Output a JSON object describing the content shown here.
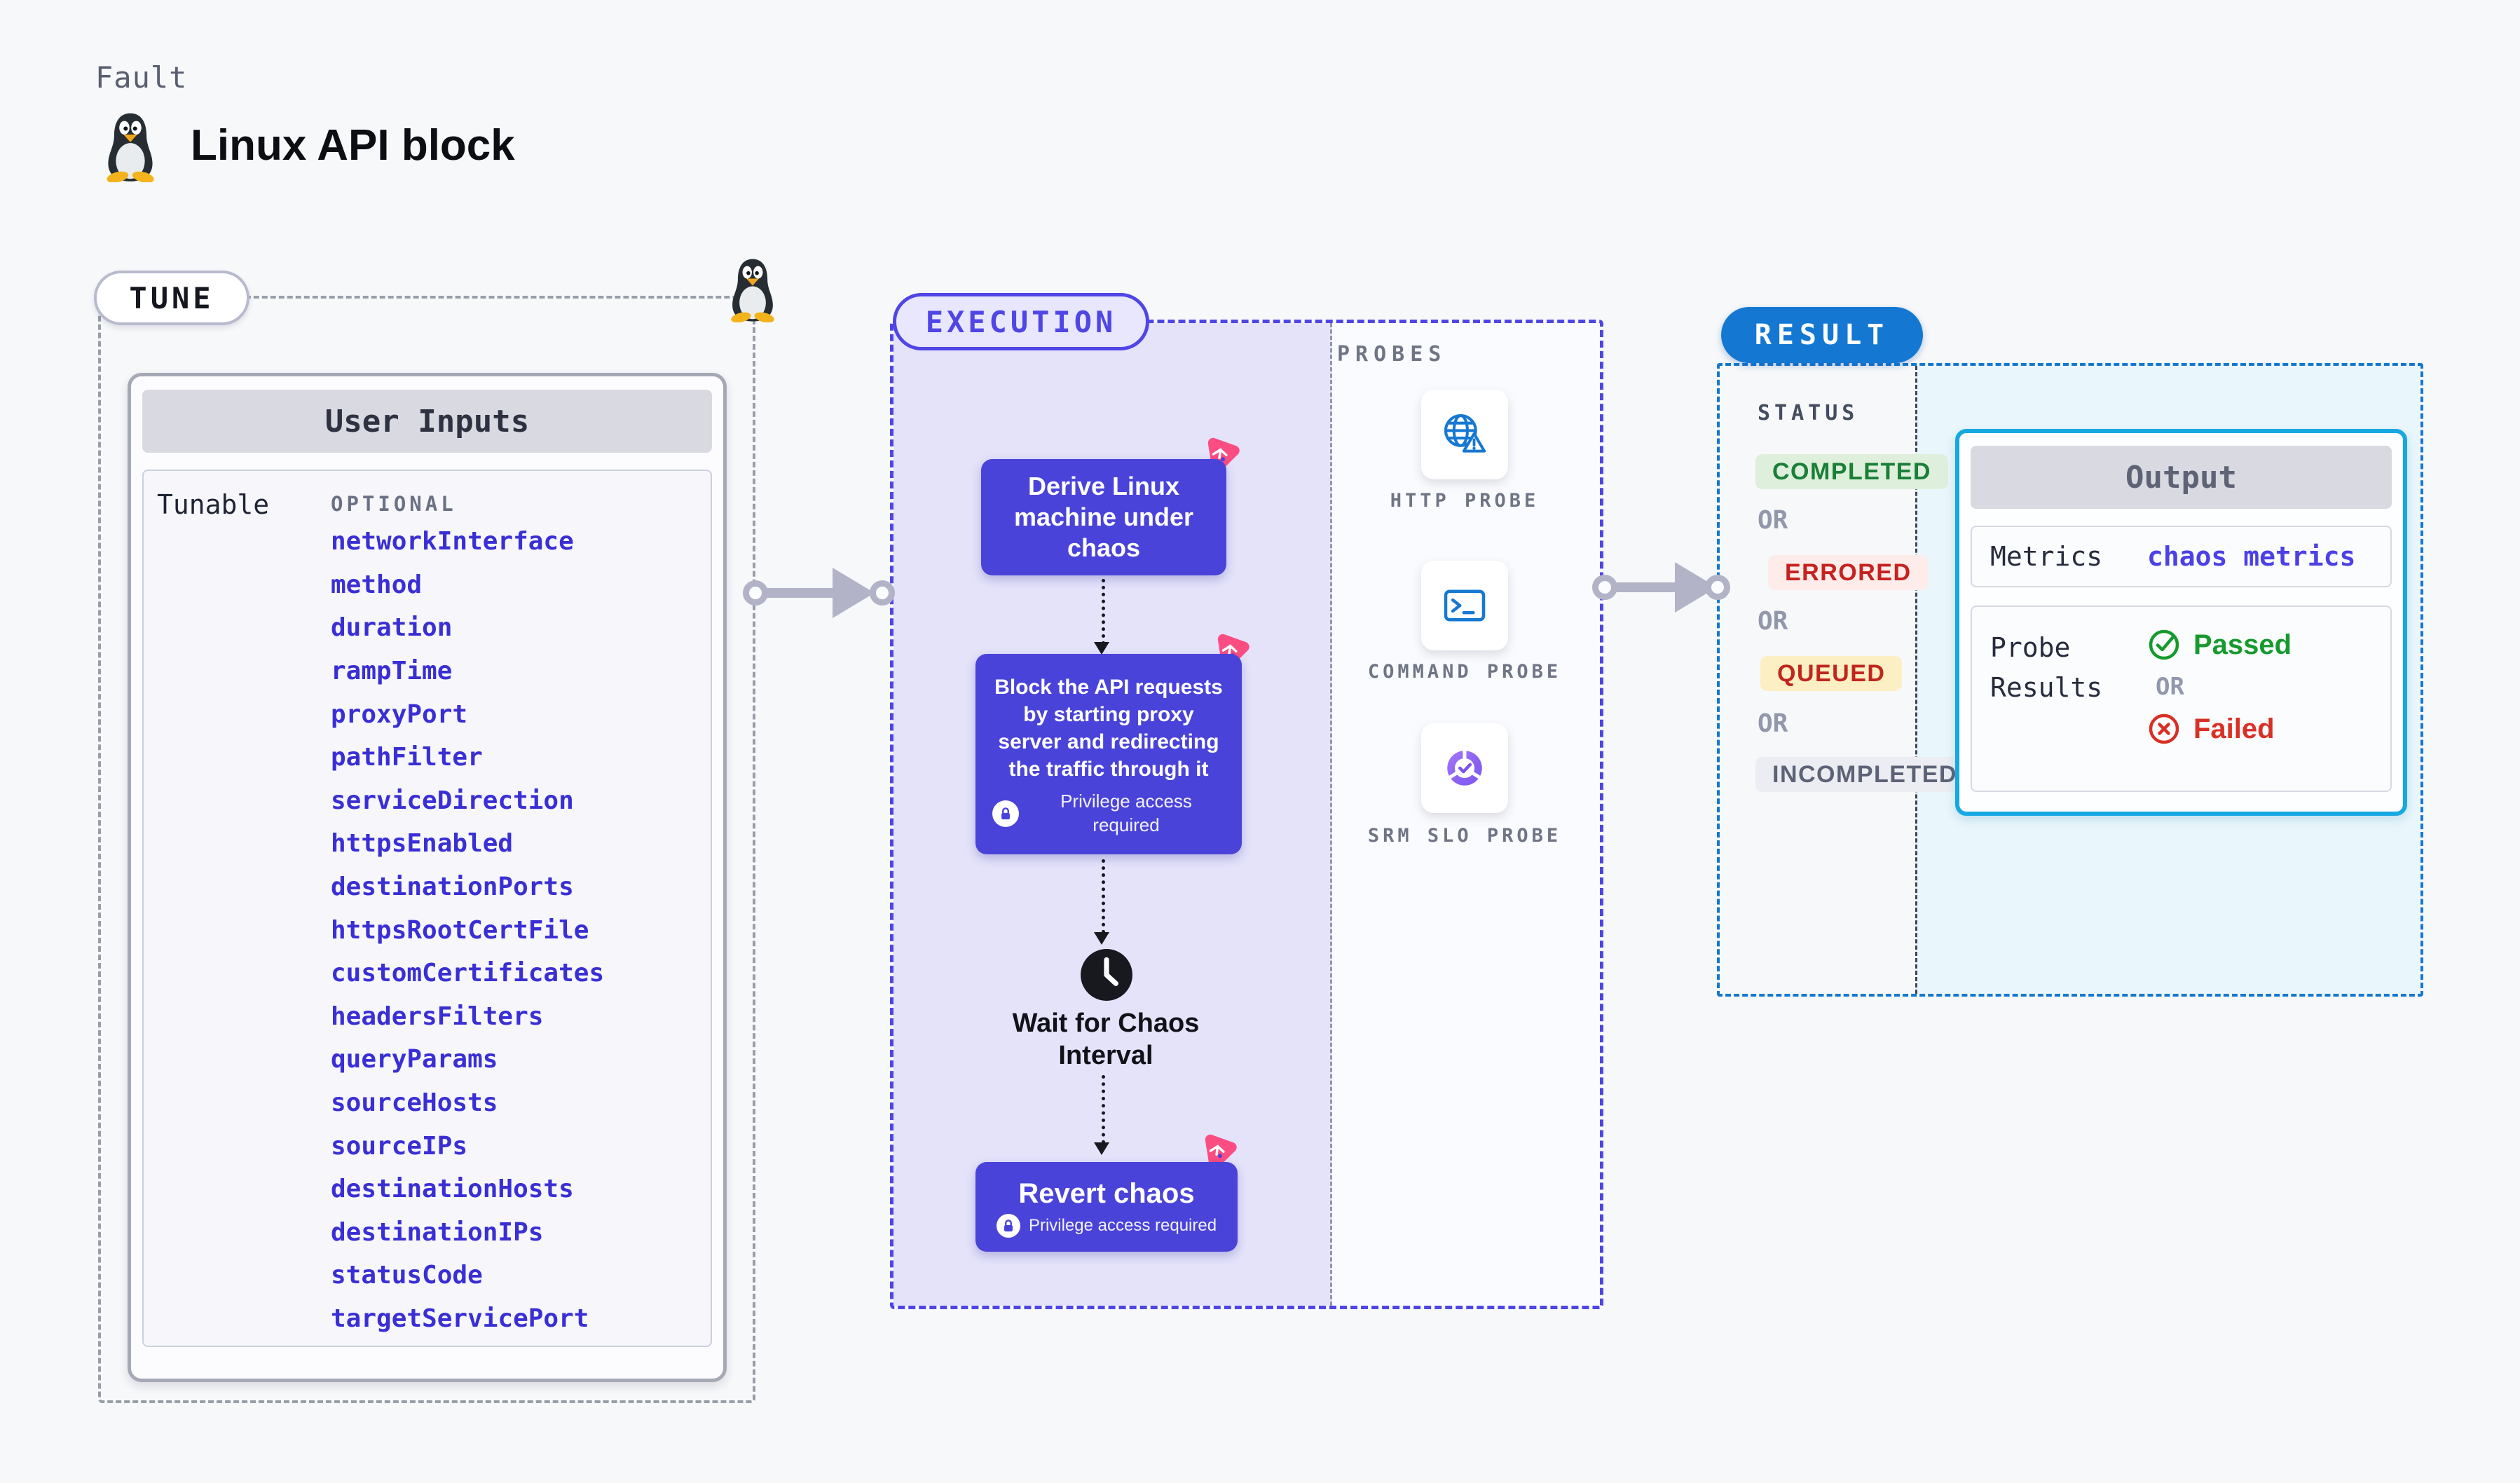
{
  "header": {
    "kicker": "Fault",
    "title": "Linux API block",
    "icon": "tux-penguin-icon"
  },
  "tune": {
    "label": "TUNE",
    "card_title": "User Inputs",
    "row_label": "Tunable",
    "row_tag": "OPTIONAL",
    "params": [
      "networkInterface",
      "method",
      "duration",
      "rampTime",
      "proxyPort",
      "pathFilter",
      "serviceDirection",
      "httpsEnabled",
      "destinationPorts",
      "httpsRootCertFile",
      "customCertificates",
      "headersFilters",
      "queryParams",
      "sourceHosts",
      "sourceIPs",
      "destinationHosts",
      "destinationIPs",
      "statusCode",
      "targetServicePort"
    ]
  },
  "execution": {
    "label": "EXECUTION",
    "step1": "Derive Linux machine under chaos",
    "step2": "Block the API requests by starting proxy server and redirecting the traffic through it",
    "wait_step": "Wait for Chaos Interval",
    "revert_step": "Revert chaos",
    "privilege_note": "Privilege access required"
  },
  "probes": {
    "label": "PROBES",
    "items": [
      {
        "label": "HTTP PROBE",
        "icon": "globe-alert-icon"
      },
      {
        "label": "COMMAND PROBE",
        "icon": "terminal-icon"
      },
      {
        "label": "SRM SLO PROBE",
        "icon": "slo-donut-check-icon"
      }
    ]
  },
  "result": {
    "label": "RESULT",
    "status_heading": "STATUS",
    "or": "OR",
    "statuses": [
      {
        "label": "COMPLETED",
        "fg": "#1a7f37",
        "bg": "#def0dc"
      },
      {
        "label": "ERRORED",
        "fg": "#c5221f",
        "bg": "#fdecea"
      },
      {
        "label": "QUEUED",
        "fg": "#c0261d",
        "bg": "#fcefc4"
      },
      {
        "label": "INCOMPLETED",
        "fg": "#5c6376",
        "bg": "#ecedf3"
      }
    ],
    "output": {
      "title": "Output",
      "metrics_label": "Metrics",
      "metrics_value": "chaos metrics",
      "probe_results_label": "Probe Results",
      "passed": "Passed",
      "or": "OR",
      "failed": "Failed"
    }
  },
  "colors": {
    "accent_indigo": "#4f46e5",
    "node_indigo": "#4a43d9",
    "param_blue": "#3a2fd5",
    "result_blue": "#1478d2",
    "output_border_cyan": "#18a8e1",
    "chaos_pink": "#fb4d82",
    "passed_green": "#169a2e",
    "failed_red": "#d93025"
  }
}
